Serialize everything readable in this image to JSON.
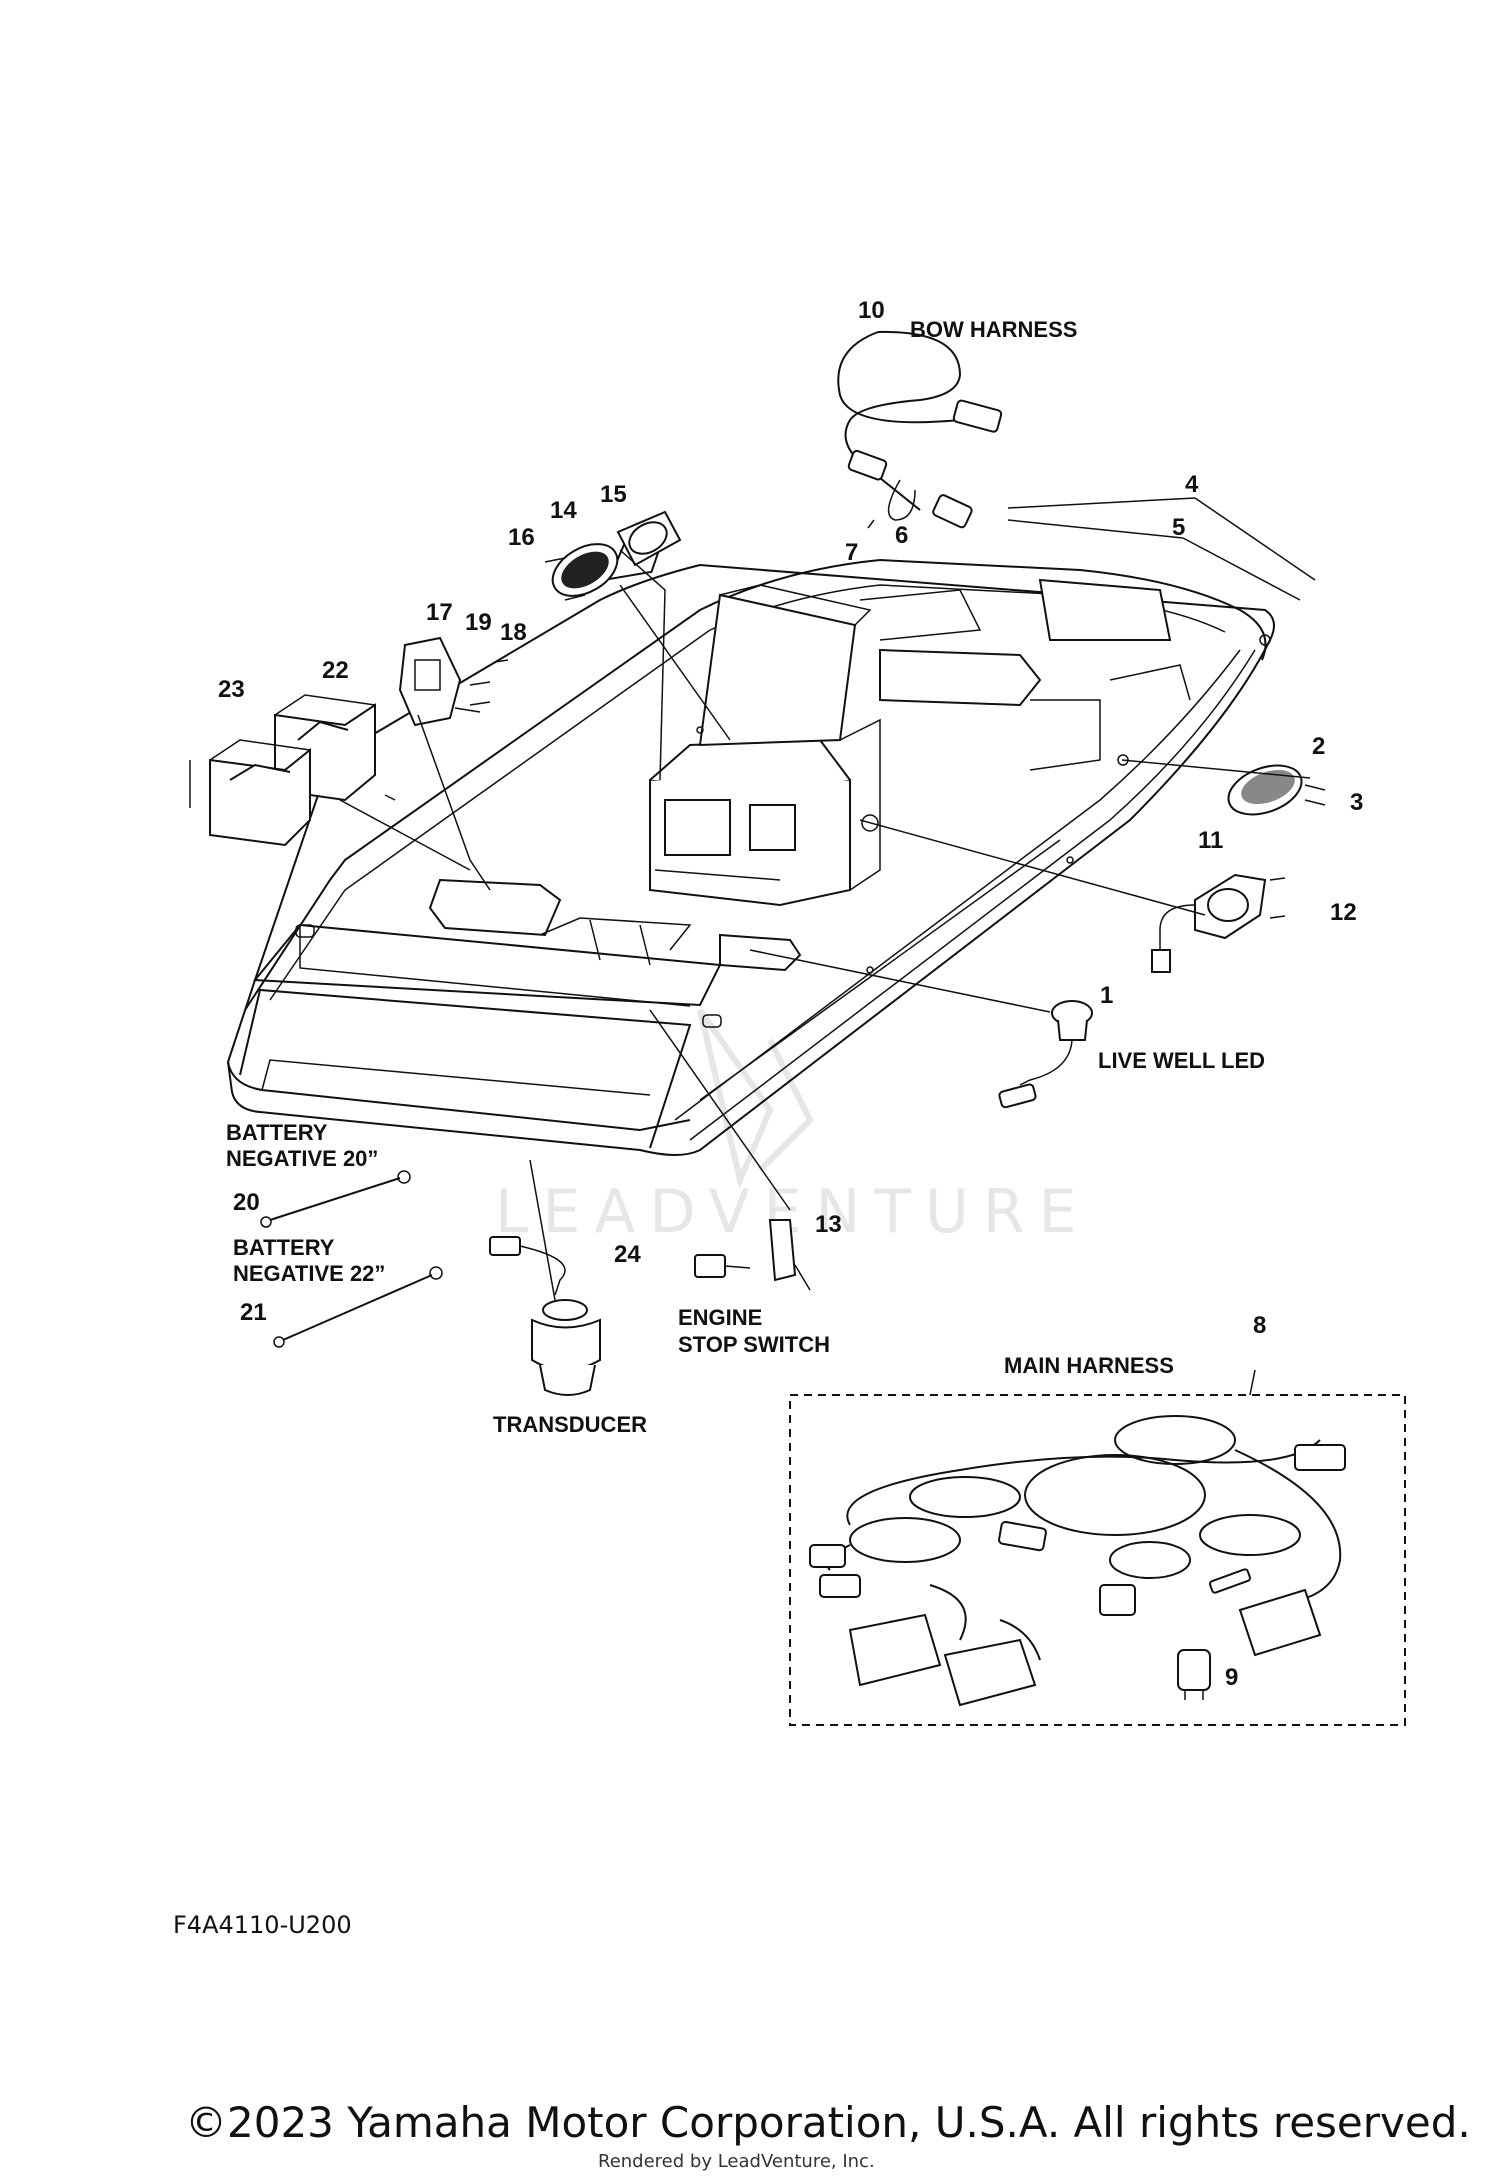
{
  "labels": {
    "bow_harness": "BOW HARNESS",
    "main_harness": "MAIN HARNESS",
    "live_well_led": "LIVE WELL LED",
    "battery_negative_20_line1": "BATTERY",
    "battery_negative_20_line2": "NEGATIVE 20”",
    "battery_negative_22_line1": "BATTERY",
    "battery_negative_22_line2": "NEGATIVE 22”",
    "engine_stop_switch_line1": "ENGINE",
    "engine_stop_switch_line2": "STOP SWITCH",
    "transducer": "TRANSDUCER"
  },
  "callouts": {
    "p1": "1",
    "p2": "2",
    "p3": "3",
    "p4": "4",
    "p5": "5",
    "p6": "6",
    "p7": "7",
    "p8": "8",
    "p9": "9",
    "p10": "10",
    "p11": "11",
    "p12": "12",
    "p13": "13",
    "p14": "14",
    "p15": "15",
    "p16": "16",
    "p17": "17",
    "p18": "18",
    "p19": "19",
    "p20": "20",
    "p21": "21",
    "p22": "22",
    "p23": "23",
    "p24": "24"
  },
  "diagram_code": "F4A4110-U200",
  "watermark": "LEADVENTURE",
  "footer": {
    "copyright": "©2023 Yamaha Motor Corporation, U.S.A. All rights reserved.",
    "rendered_by": "Rendered by LeadVenture, Inc."
  }
}
